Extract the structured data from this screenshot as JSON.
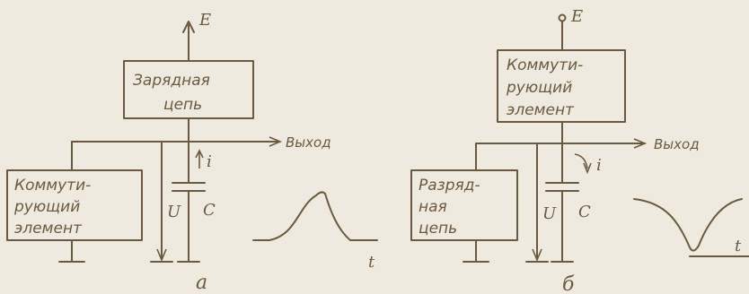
{
  "diagram_a": {
    "supply_label": "E",
    "charging_block": [
      "Зарядная",
      "цепь"
    ],
    "switch_block": [
      "Комму­ти-",
      "рующий",
      "элемент"
    ],
    "output_label": "Выход",
    "current_label": "i",
    "voltage_label": "U",
    "capacitor_label": "C",
    "time_label": "t",
    "caption": "a"
  },
  "diagram_b": {
    "supply_label": "E",
    "switch_block": [
      "Коммути-",
      "рующий",
      "элемент"
    ],
    "discharge_block": [
      "Разряд-",
      "ная",
      "цепь"
    ],
    "output_label": "Выход",
    "current_label": "i",
    "voltage_label": "U",
    "capacitor_label": "C",
    "time_label": "t",
    "caption": "б"
  }
}
